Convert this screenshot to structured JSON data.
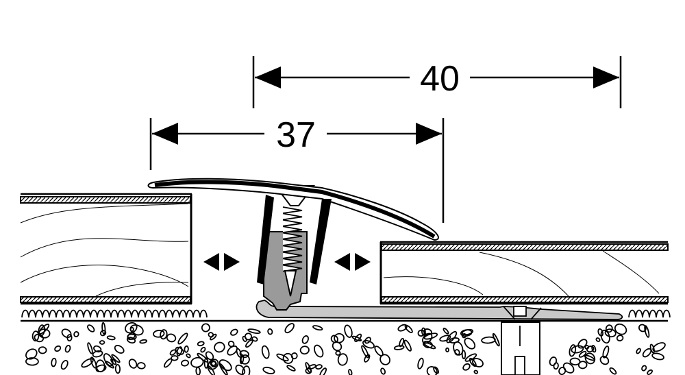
{
  "dimensions": {
    "outer_width_label": "40",
    "inner_width_label": "37"
  },
  "symbols": [
    "left-expansion-arrows",
    "right-expansion-arrows",
    "screw",
    "dowel"
  ],
  "colors": {
    "line": "#000000",
    "background": "#ffffff",
    "base_profile": "#c8c8c8",
    "dowel": "#9a9a9a"
  }
}
